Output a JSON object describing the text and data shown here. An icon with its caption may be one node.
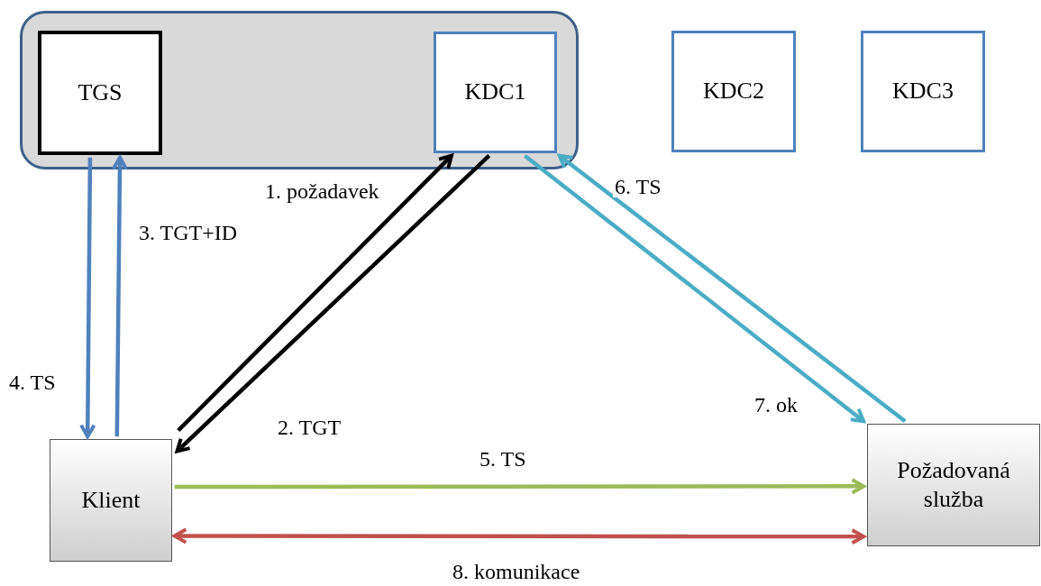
{
  "diagram": {
    "nodes": [
      {
        "text": [],
        "shape": "box"
      },
      {
        "text": [
          "TGS"
        ],
        "in": 0
      },
      {
        "text": [
          "KDC1"
        ],
        "in": 0
      },
      {
        "text": [
          "KDC2"
        ]
      },
      {
        "text": [
          "KDC3"
        ]
      },
      {
        "text": [
          "Klient"
        ]
      },
      {
        "text": [
          "Požadovaná služba"
        ]
      }
    ],
    "edges": [
      {
        "from": 1,
        "to": 5,
        "arrow": "to",
        "label": "4. TS",
        "color": "#4f81bd"
      },
      {
        "from": 5,
        "to": 1,
        "arrow": "to",
        "label": "3. TGT+ID",
        "color": "#4f81bd"
      },
      {
        "from": 5,
        "to": 2,
        "arrow": "to",
        "label": "1. požadavek",
        "color": "#000000"
      },
      {
        "from": 2,
        "to": 5,
        "arrow": "to",
        "label": "2. TGT",
        "color": "#000000"
      },
      {
        "from": 6,
        "to": 2,
        "arrow": "to",
        "label": "6. TS",
        "color": "#4bacc6"
      },
      {
        "from": 2,
        "to": 6,
        "arrow": "to",
        "label": "7. ok",
        "color": "#4bacc6"
      },
      {
        "from": 5,
        "to": 6,
        "arrow": "to",
        "label": "5. TS",
        "color": "#9bbb59"
      },
      {
        "from": 5,
        "to": 6,
        "arrow": "both",
        "label": "8. komunikace",
        "color": "#c0504d"
      }
    ]
  }
}
